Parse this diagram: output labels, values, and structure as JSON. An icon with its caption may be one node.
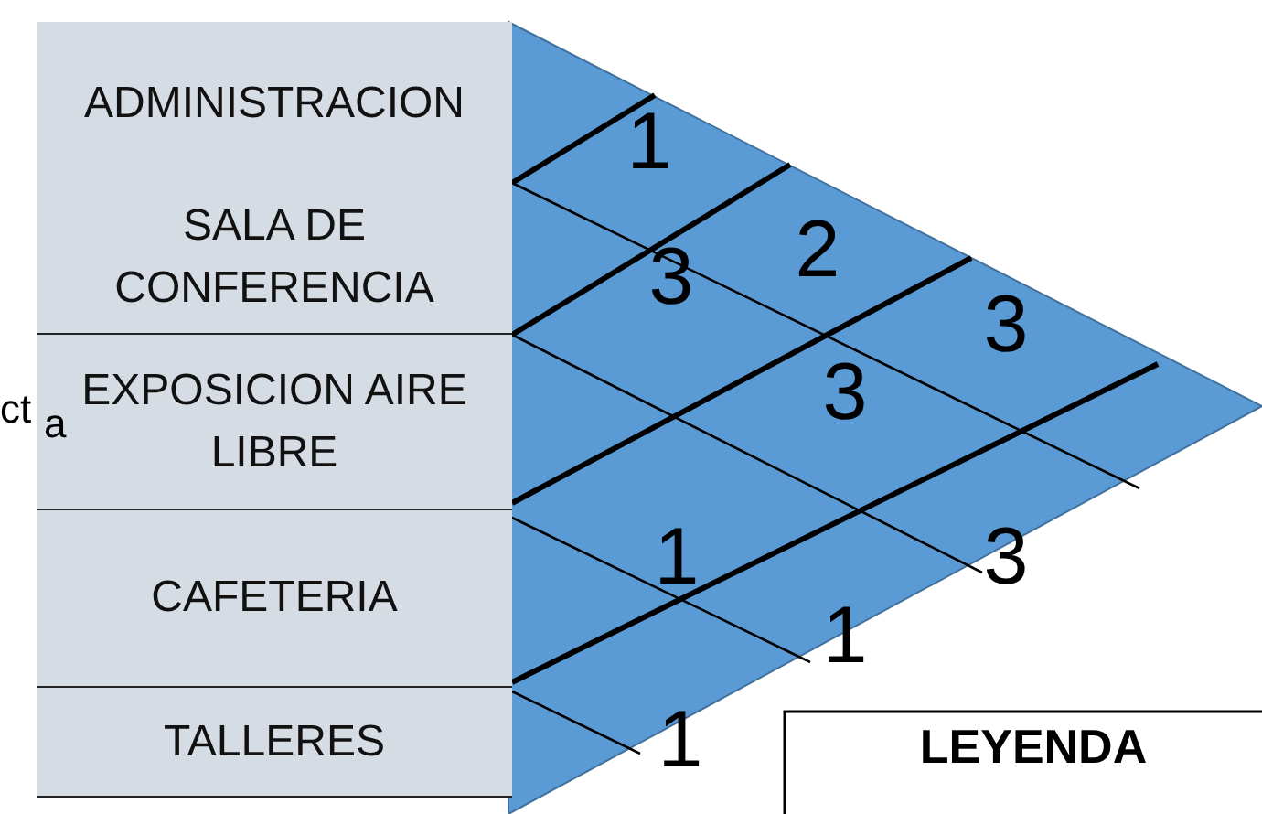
{
  "diagram": {
    "nodes": [
      {
        "text": [
          "ADMINISTRACION"
        ]
      },
      {
        "text": [
          "SALA DE CONFERENCIA"
        ]
      },
      {
        "text": [
          "EXPOSICION AIRE LIBRE"
        ]
      },
      {
        "text": [
          "CAFETERIA"
        ]
      },
      {
        "text": [
          "TALLERES"
        ]
      }
    ],
    "edges": [],
    "labels": [
      "ct",
      "a",
      "1",
      "2",
      "3",
      "3",
      "3",
      "1",
      "3",
      "1",
      "1",
      "LEYENDA"
    ]
  }
}
